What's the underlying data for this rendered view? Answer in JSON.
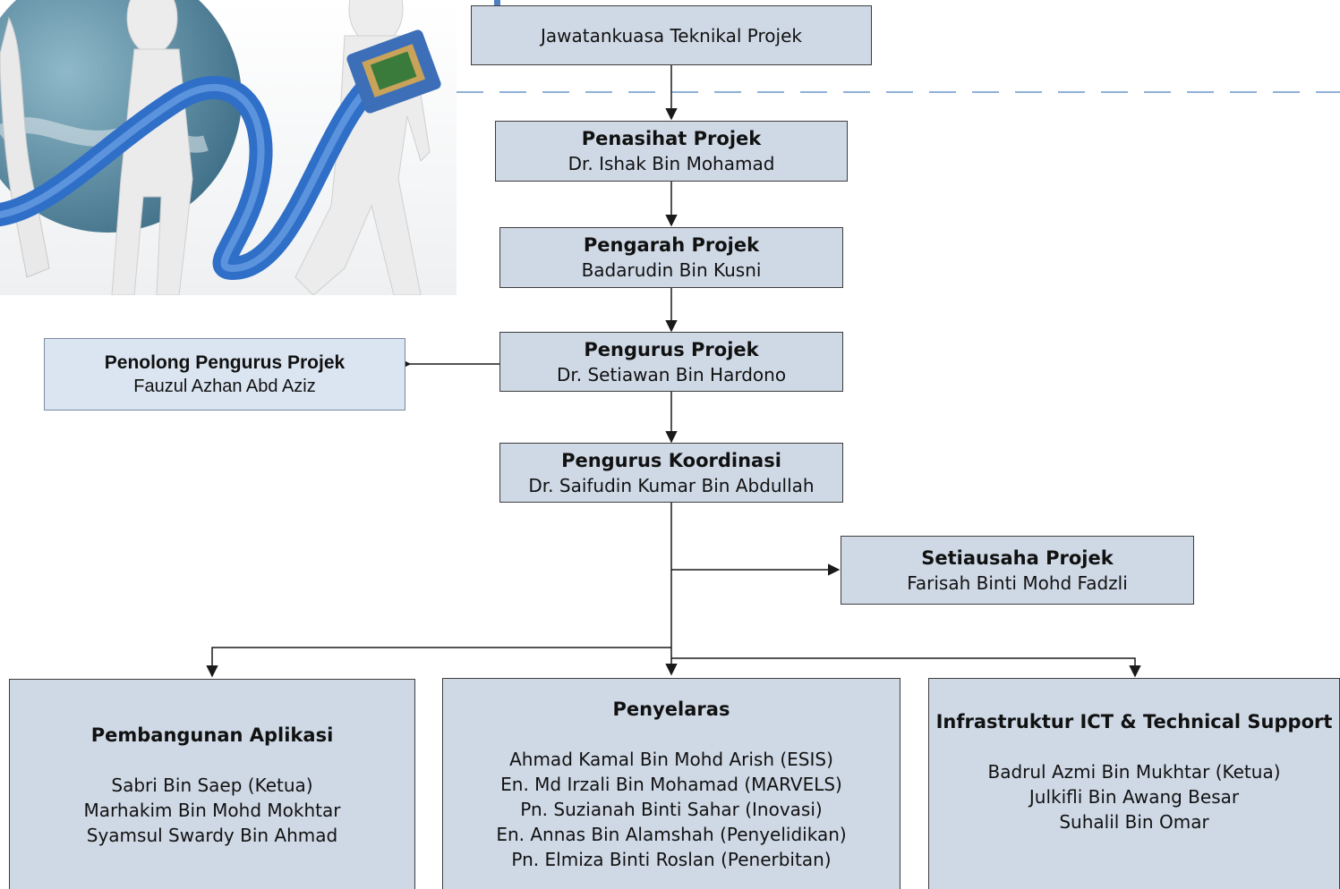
{
  "technical_committee": {
    "label": "Jawatankuasa Teknikal Projek"
  },
  "advisor": {
    "title": "Penasihat Projek",
    "name": "Dr. Ishak Bin Mohamad"
  },
  "director": {
    "title": "Pengarah Projek",
    "name": "Badarudin Bin Kusni"
  },
  "manager": {
    "title": "Pengurus Projek",
    "name": "Dr. Setiawan Bin Hardono"
  },
  "assistant_manager": {
    "title": "Penolong Pengurus Projek",
    "name": "Fauzul Azhan Abd Aziz"
  },
  "coordinator": {
    "title": "Pengurus Koordinasi",
    "name": "Dr. Saifudin Kumar Bin Abdullah"
  },
  "secretary": {
    "title": "Setiausaha Projek",
    "name": "Farisah Binti Mohd Fadzli"
  },
  "teams": [
    {
      "title": "Pembangunan Aplikasi",
      "members": [
        "Sabri Bin Saep (Ketua)",
        "Marhakim Bin Mohd Mokhtar",
        "Syamsul Swardy Bin Ahmad"
      ]
    },
    {
      "title": "Penyelaras",
      "members": [
        "Ahmad Kamal Bin Mohd Arish (ESIS)",
        "En. Md Irzali Bin Mohamad (MARVELS)",
        "Pn. Suzianah Binti Sahar (Inovasi)",
        "En. Annas Bin Alamshah (Penyelidikan)",
        "Pn. Elmiza Binti Roslan (Penerbitan)"
      ]
    },
    {
      "title": "Infrastruktur ICT & Technical Support",
      "members": [
        "Badrul Azmi Bin Mukhtar (Ketua)",
        "Julkifli Bin Awang Besar",
        "Suhalil Bin Omar"
      ]
    }
  ],
  "colors": {
    "box_fill": "#cfd9e6",
    "box_fill_light": "#dbe5f1",
    "divider": "#8fb0d8",
    "accent": "#4f7fbf"
  }
}
